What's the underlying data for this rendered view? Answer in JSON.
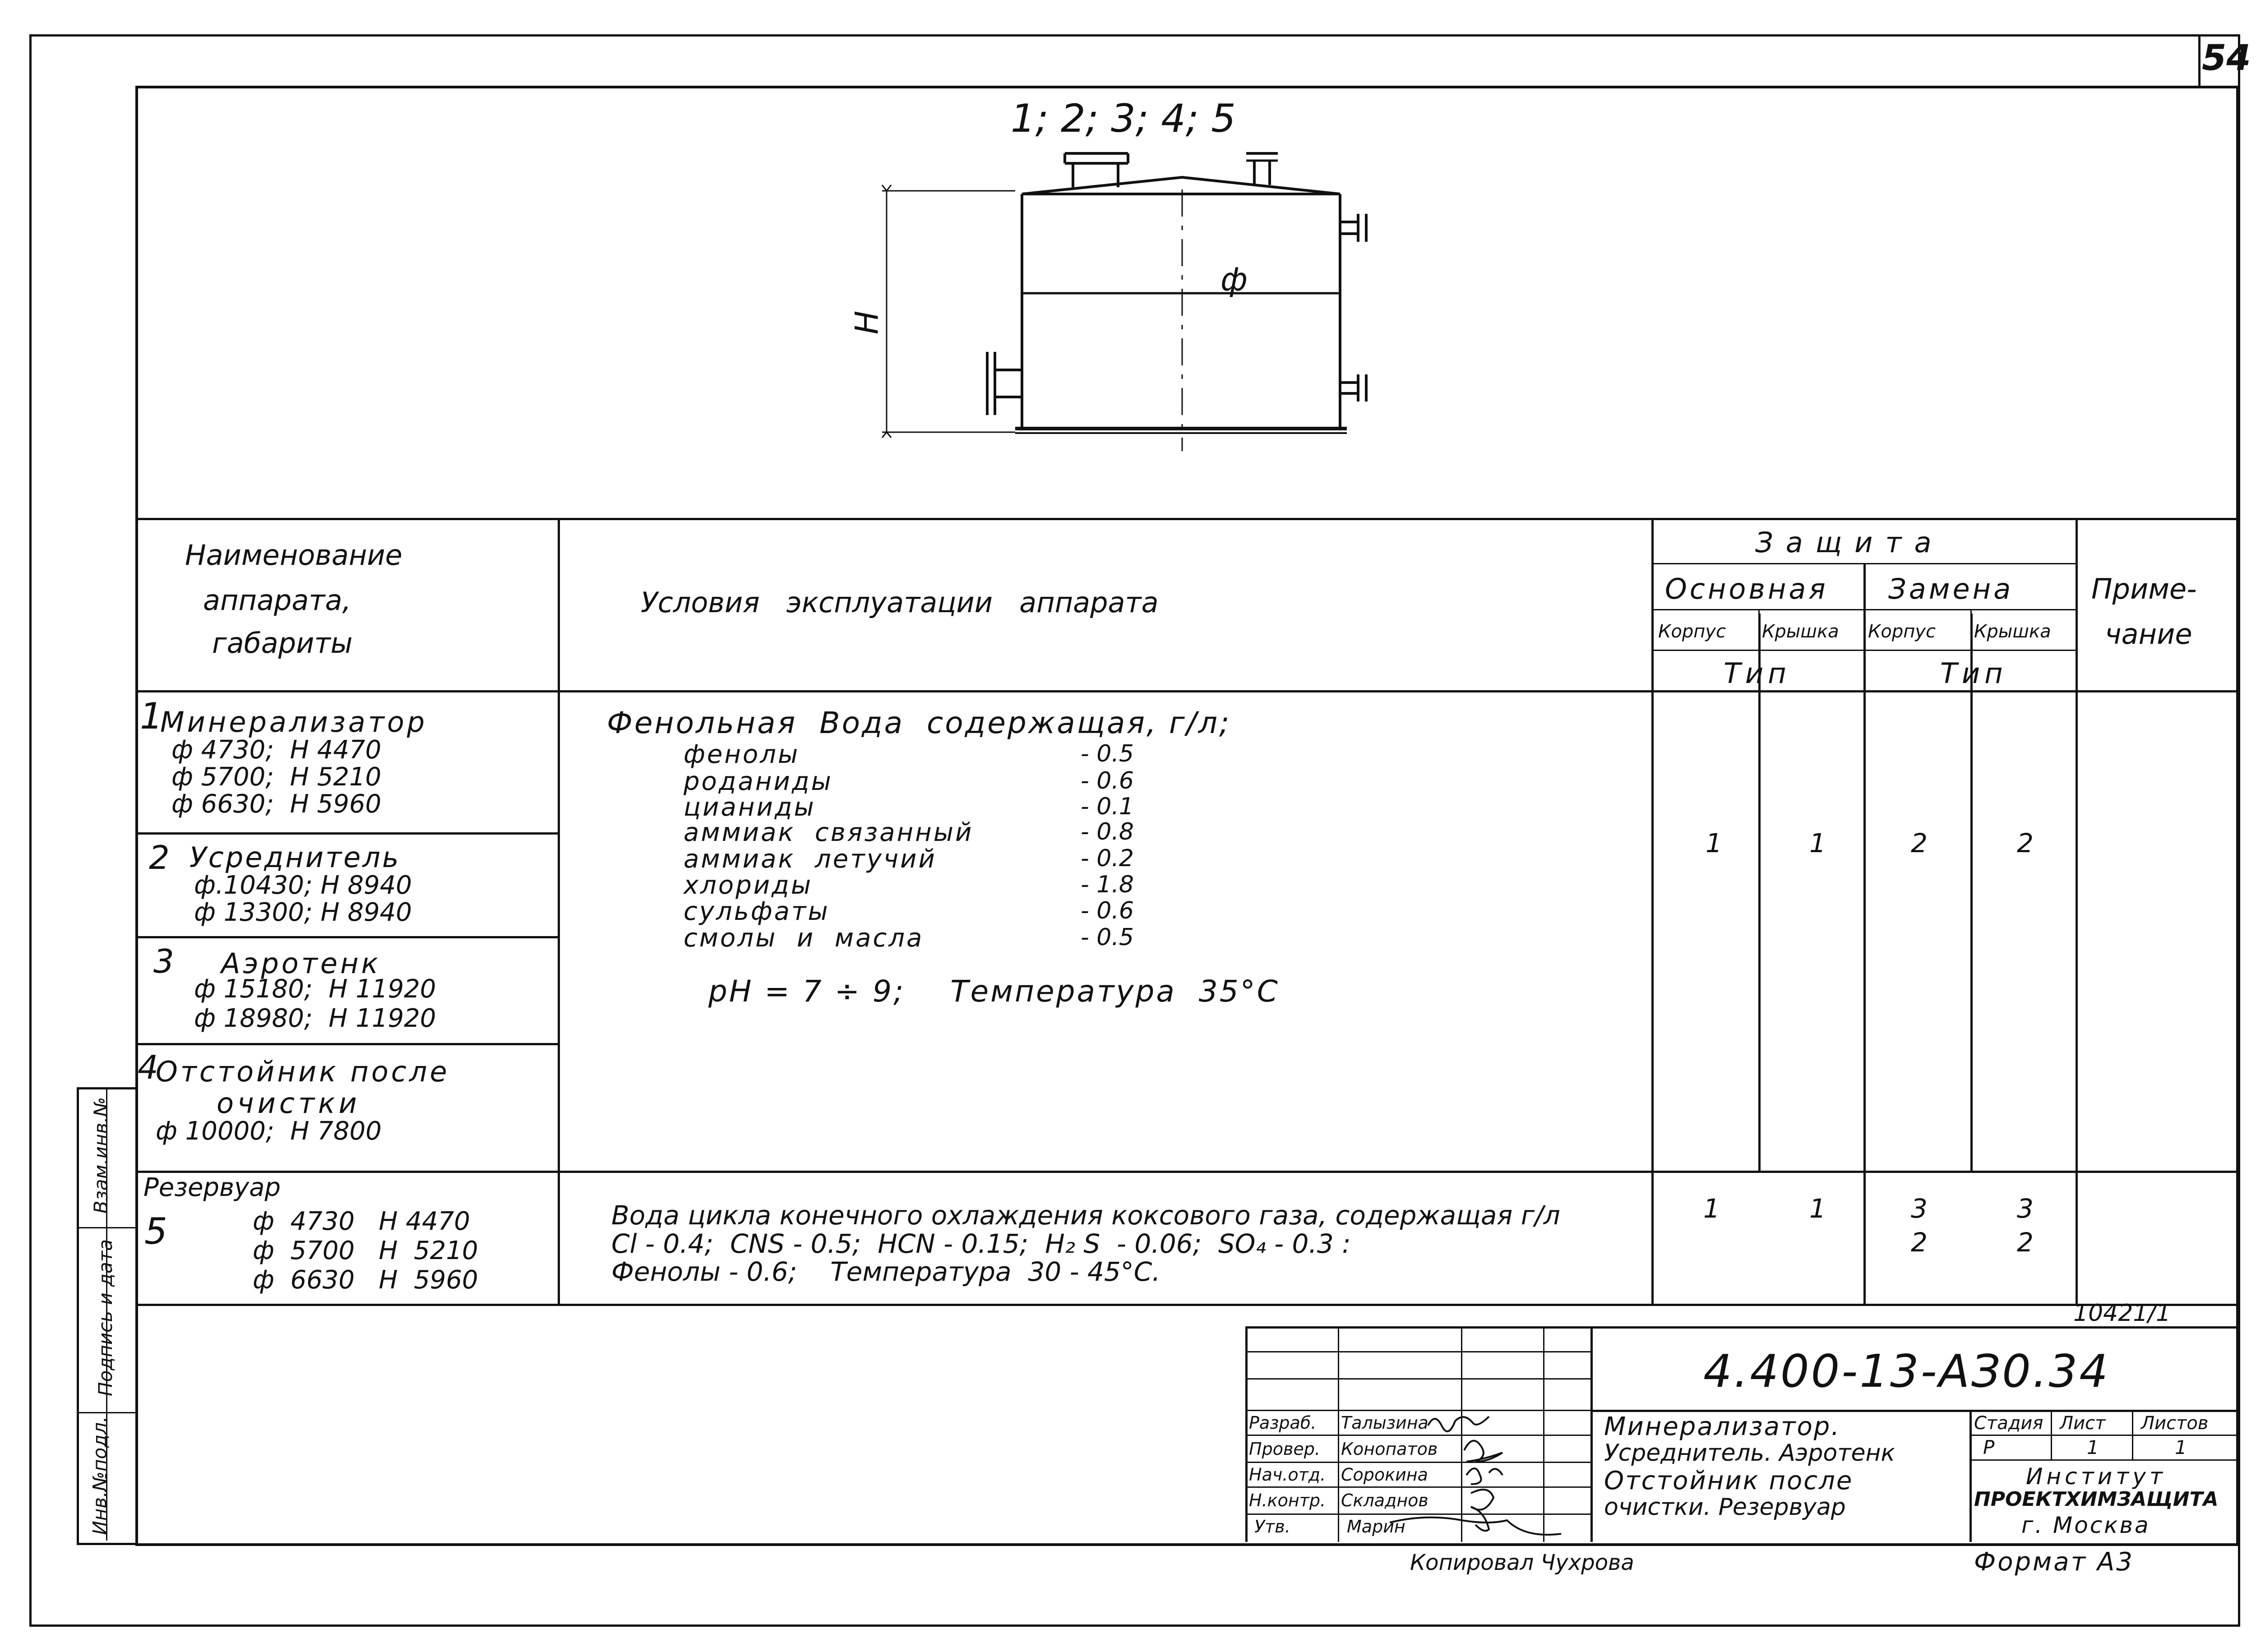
{
  "sheet": {
    "page_mark": "54",
    "copy_note": "Копировал Чухрова",
    "format": "Формат А3",
    "archive_no": "10421/1"
  },
  "drawing": {
    "nozzle_labels": "1; 2; 3; 4; 5",
    "dim_height": "H",
    "dim_diameter": "ф"
  },
  "header": {
    "name_col": [
      "Наименование",
      "аппарата,",
      "габариты"
    ],
    "conditions_col": "Условия   эксплуатации   аппарата",
    "protection": "Защита",
    "basic": "Основная",
    "replacement": "Замена",
    "body": "Корпус",
    "lid": "Крышка",
    "body2": "Корпус",
    "lid2": "Крышка",
    "type1": "Тип",
    "type2": "Тип",
    "notes": [
      "Приме-",
      "чание"
    ]
  },
  "rows": [
    {
      "num": "1",
      "name": "Минерализатор",
      "dims": [
        "ф 4730;  Н 4470",
        "ф 5700;  Н 5210",
        "ф 6630;  Н 5960"
      ]
    },
    {
      "num": "2",
      "name": "Усреднитель",
      "dims": [
        "ф.10430; Н 8940",
        "ф 13300; Н 8940"
      ]
    },
    {
      "num": "3",
      "name": "Аэротенк",
      "dims": [
        "ф 15180;  Н 11920",
        "ф 18980;  Н 11920"
      ]
    },
    {
      "num": "4",
      "name": "Отстойник после",
      "dims": [
        "очистки",
        "ф 10000;  Н 7800"
      ]
    },
    {
      "num": "5",
      "name": "Резервуар",
      "dims": [
        "ф  4730   Н 4470",
        "ф  5700   Н  5210",
        "ф  6630   Н  5960"
      ]
    }
  ],
  "conditions_a": {
    "title": "Фенольная  Вода  содержащая, г/л;",
    "items": [
      {
        "name": "фенолы",
        "value": "- 0.5"
      },
      {
        "name": "роданиды",
        "value": "- 0.6"
      },
      {
        "name": "цианиды",
        "value": "- 0.1"
      },
      {
        "name": "аммиак  связанный",
        "value": "- 0.8"
      },
      {
        "name": "аммиак  летучий",
        "value": "- 0.2"
      },
      {
        "name": "хлориды",
        "value": "- 1.8"
      },
      {
        "name": "сульфаты",
        "value": "- 0.6"
      },
      {
        "name": "смолы  и  масла",
        "value": "- 0.5"
      }
    ],
    "ph_temp": "pH = 7 ÷ 9;    Температура  35°С"
  },
  "conditions_b": [
    "Вода цикла конечного охлаждения коксового газа, содержащая г/л",
    "Сl - 0.4;  СNS - 0.5;  НСN - 0.15;  Н₂ S  - 0.06;  SO₄ - 0.3 :",
    "Фенолы - 0.6;    Температура  30 - 45°С."
  ],
  "protection_a": {
    "body": "1",
    "lid": "1",
    "rbody": "2",
    "rlid": "2"
  },
  "protection_b": {
    "body": "1",
    "lid": "1",
    "rbody": [
      "3",
      "2"
    ],
    "rlid": [
      "3",
      "2"
    ]
  },
  "side_stamp": [
    "Взам.инв.№",
    "Подпись и дата",
    "Инв.№подл."
  ],
  "title_block": {
    "code": "4.400-13-АЗ0.34",
    "roles": [
      {
        "role": "Разраб.",
        "name": "Талызина"
      },
      {
        "role": "Провер.",
        "name": "Конопатов"
      },
      {
        "role": "Нач.отд.",
        "name": "Сорокина"
      },
      {
        "role": "Н.контр.",
        "name": "Складнов"
      },
      {
        "role": "Утв.",
        "name": "Марин"
      }
    ],
    "doc_title": [
      "Минерализатор.",
      "Усреднитель. Аэротенк",
      "Отстойник после",
      "очистки. Резервуар"
    ],
    "stage_h": "Стадия",
    "sheet_h": "Лист",
    "sheets_h": "Листов",
    "stage": "Р",
    "sheet": "1",
    "sheets": "1",
    "org": [
      "Институт",
      "ПРОЕКТХИМЗАЩИТА",
      "г. Москва"
    ]
  }
}
